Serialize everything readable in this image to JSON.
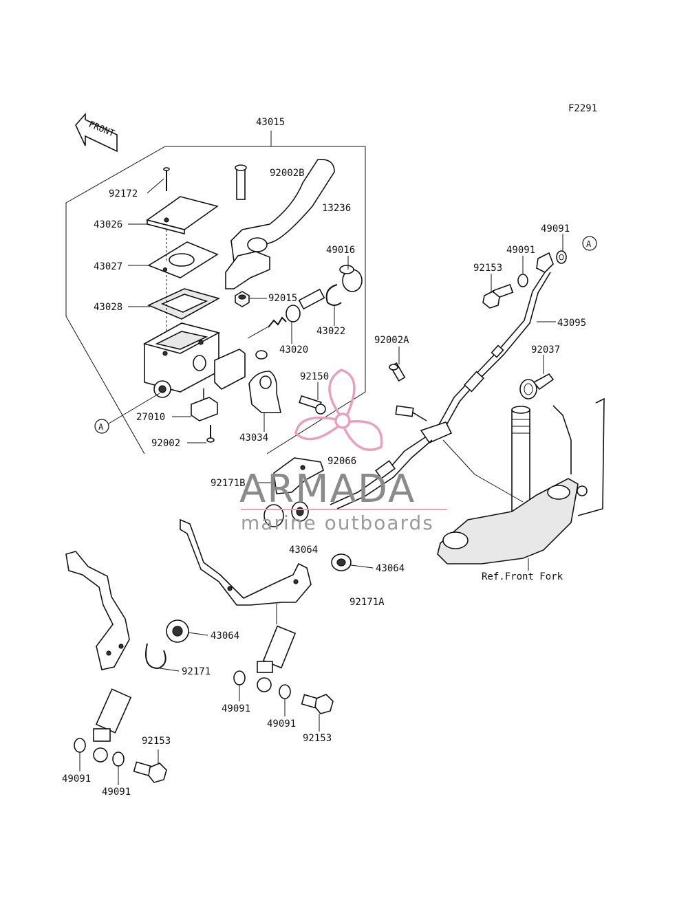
{
  "figure_id": "F2291",
  "front_label": "FRONT",
  "ref_label": "Ref.Front Fork",
  "callout_marker": "A",
  "watermark": {
    "brand": "ARMADA",
    "tagline": "marine outboards",
    "logo_color": "#e8a0bd"
  },
  "part_numbers": {
    "p43015": "43015",
    "p92002B": "92002B",
    "p92172": "92172",
    "p13236": "13236",
    "p43026": "43026",
    "p43027": "43027",
    "p49016": "49016",
    "p43028": "43028",
    "p92015": "92015",
    "p43022": "43022",
    "p43020": "43020",
    "p92150": "92150",
    "p27010": "27010",
    "p43034": "43034",
    "p92002": "92002",
    "p92066": "92066",
    "p92171B": "92171B",
    "p49091_a": "49091",
    "p49091_b": "49091",
    "p92153_a": "92153",
    "p43095": "43095",
    "p92002A": "92002A",
    "p92037": "92037",
    "p43064_a": "43064",
    "p43064_b": "43064",
    "p92171A": "92171A",
    "p43064_c": "43064",
    "p92171": "92171",
    "p49091_c": "49091",
    "p49091_d": "49091",
    "p92153_b": "92153",
    "p92153_c": "92153",
    "p49091_e": "49091",
    "p49091_f": "49091"
  }
}
